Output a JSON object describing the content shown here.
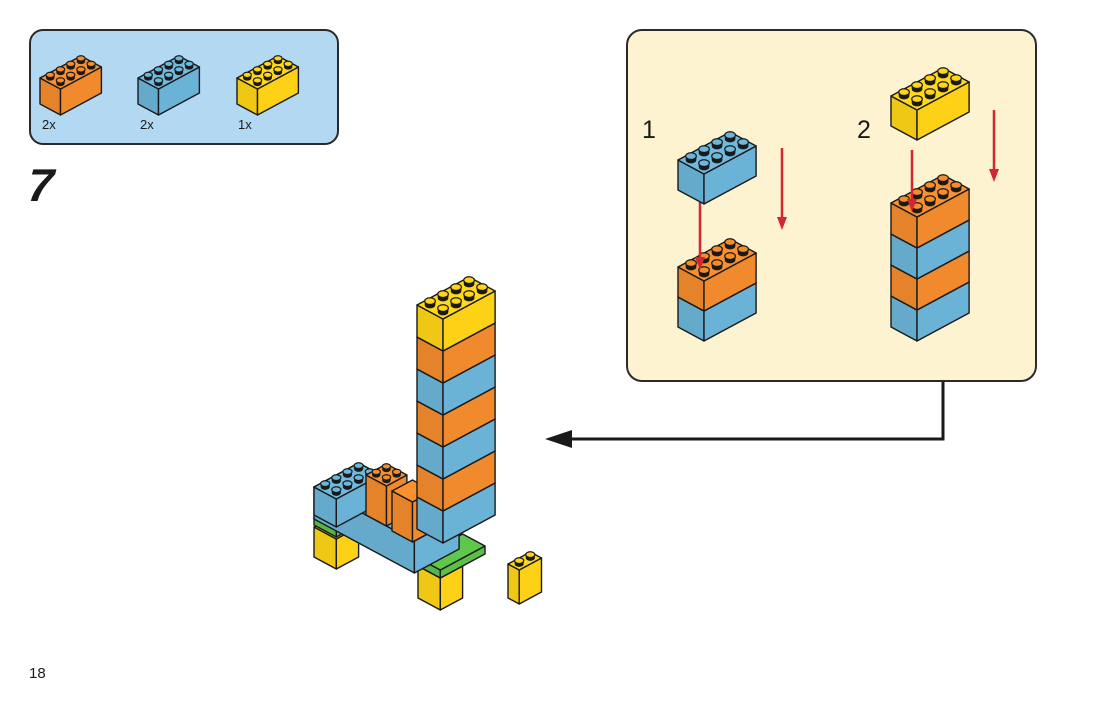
{
  "page": {
    "step_number": "7",
    "page_number": "18"
  },
  "colors": {
    "orange": "#f08a2c",
    "blue": "#6bb3d6",
    "yellow": "#fcd116",
    "green": "#5cbf4a",
    "parts_box_bg": "#b3d8f2",
    "substeps_box_bg": "#fdf3d0",
    "arrow_red": "#d22630",
    "outline": "#1a1a1a"
  },
  "parts_list": [
    {
      "color": "orange",
      "size": "2x4",
      "quantity": "2x"
    },
    {
      "color": "blue",
      "size": "2x4",
      "quantity": "2x"
    },
    {
      "color": "yellow",
      "size": "2x4",
      "quantity": "1x"
    }
  ],
  "substeps": [
    {
      "label": "1",
      "new_brick": "blue",
      "stack": [
        "blue",
        "orange"
      ]
    },
    {
      "label": "2",
      "new_brick": "yellow",
      "stack": [
        "blue",
        "orange",
        "blue",
        "orange"
      ]
    }
  ],
  "main_model": {
    "tower_layers": [
      "blue",
      "orange",
      "blue",
      "orange",
      "blue",
      "orange",
      "yellow"
    ]
  }
}
